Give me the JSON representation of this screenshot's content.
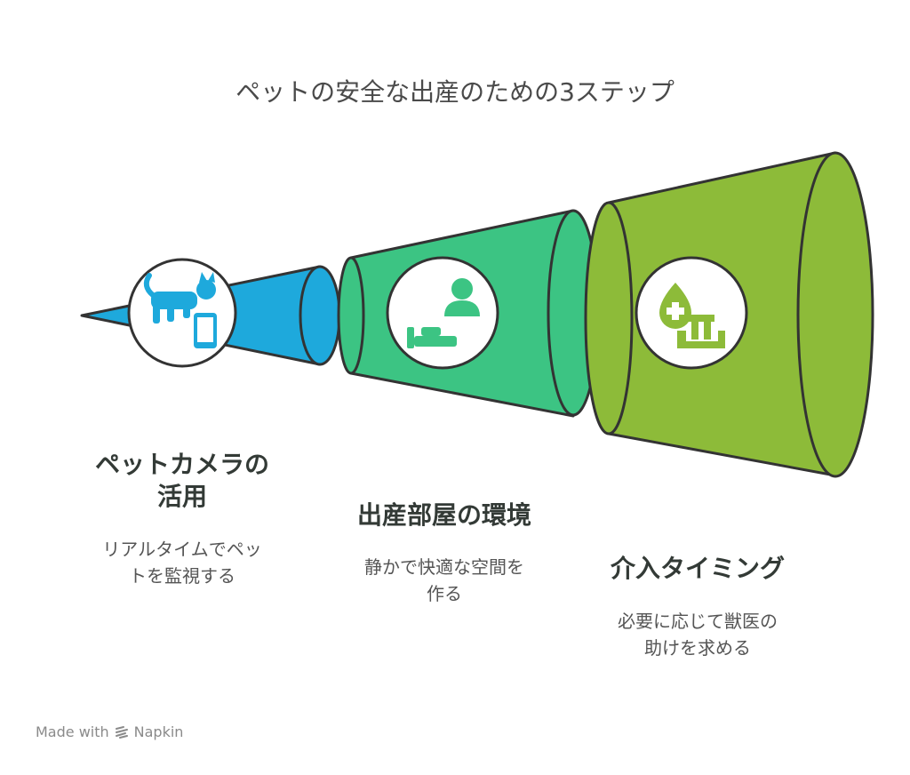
{
  "title": "ペットの安全な出産のための3ステップ",
  "steps": [
    {
      "title_line1": "ペットカメラの",
      "title_line2": "活用",
      "desc_line1": "リアルタイムでペッ",
      "desc_line2": "トを監視する",
      "icon": "pet-camera-icon",
      "color": "#1ea9dc"
    },
    {
      "title_line1": "出産部屋の環境",
      "desc_line1": "静かで快適な空間を",
      "desc_line2": "作る",
      "icon": "resting-person-icon",
      "color": "#3cc483"
    },
    {
      "title_line1": "介入タイミング",
      "desc_line1": "必要に応じて獣医の",
      "desc_line2": "助けを求める",
      "icon": "vet-hospital-icon",
      "color": "#8dbb39"
    }
  ],
  "footer": {
    "made_with": "Made with",
    "brand": "Napkin"
  }
}
